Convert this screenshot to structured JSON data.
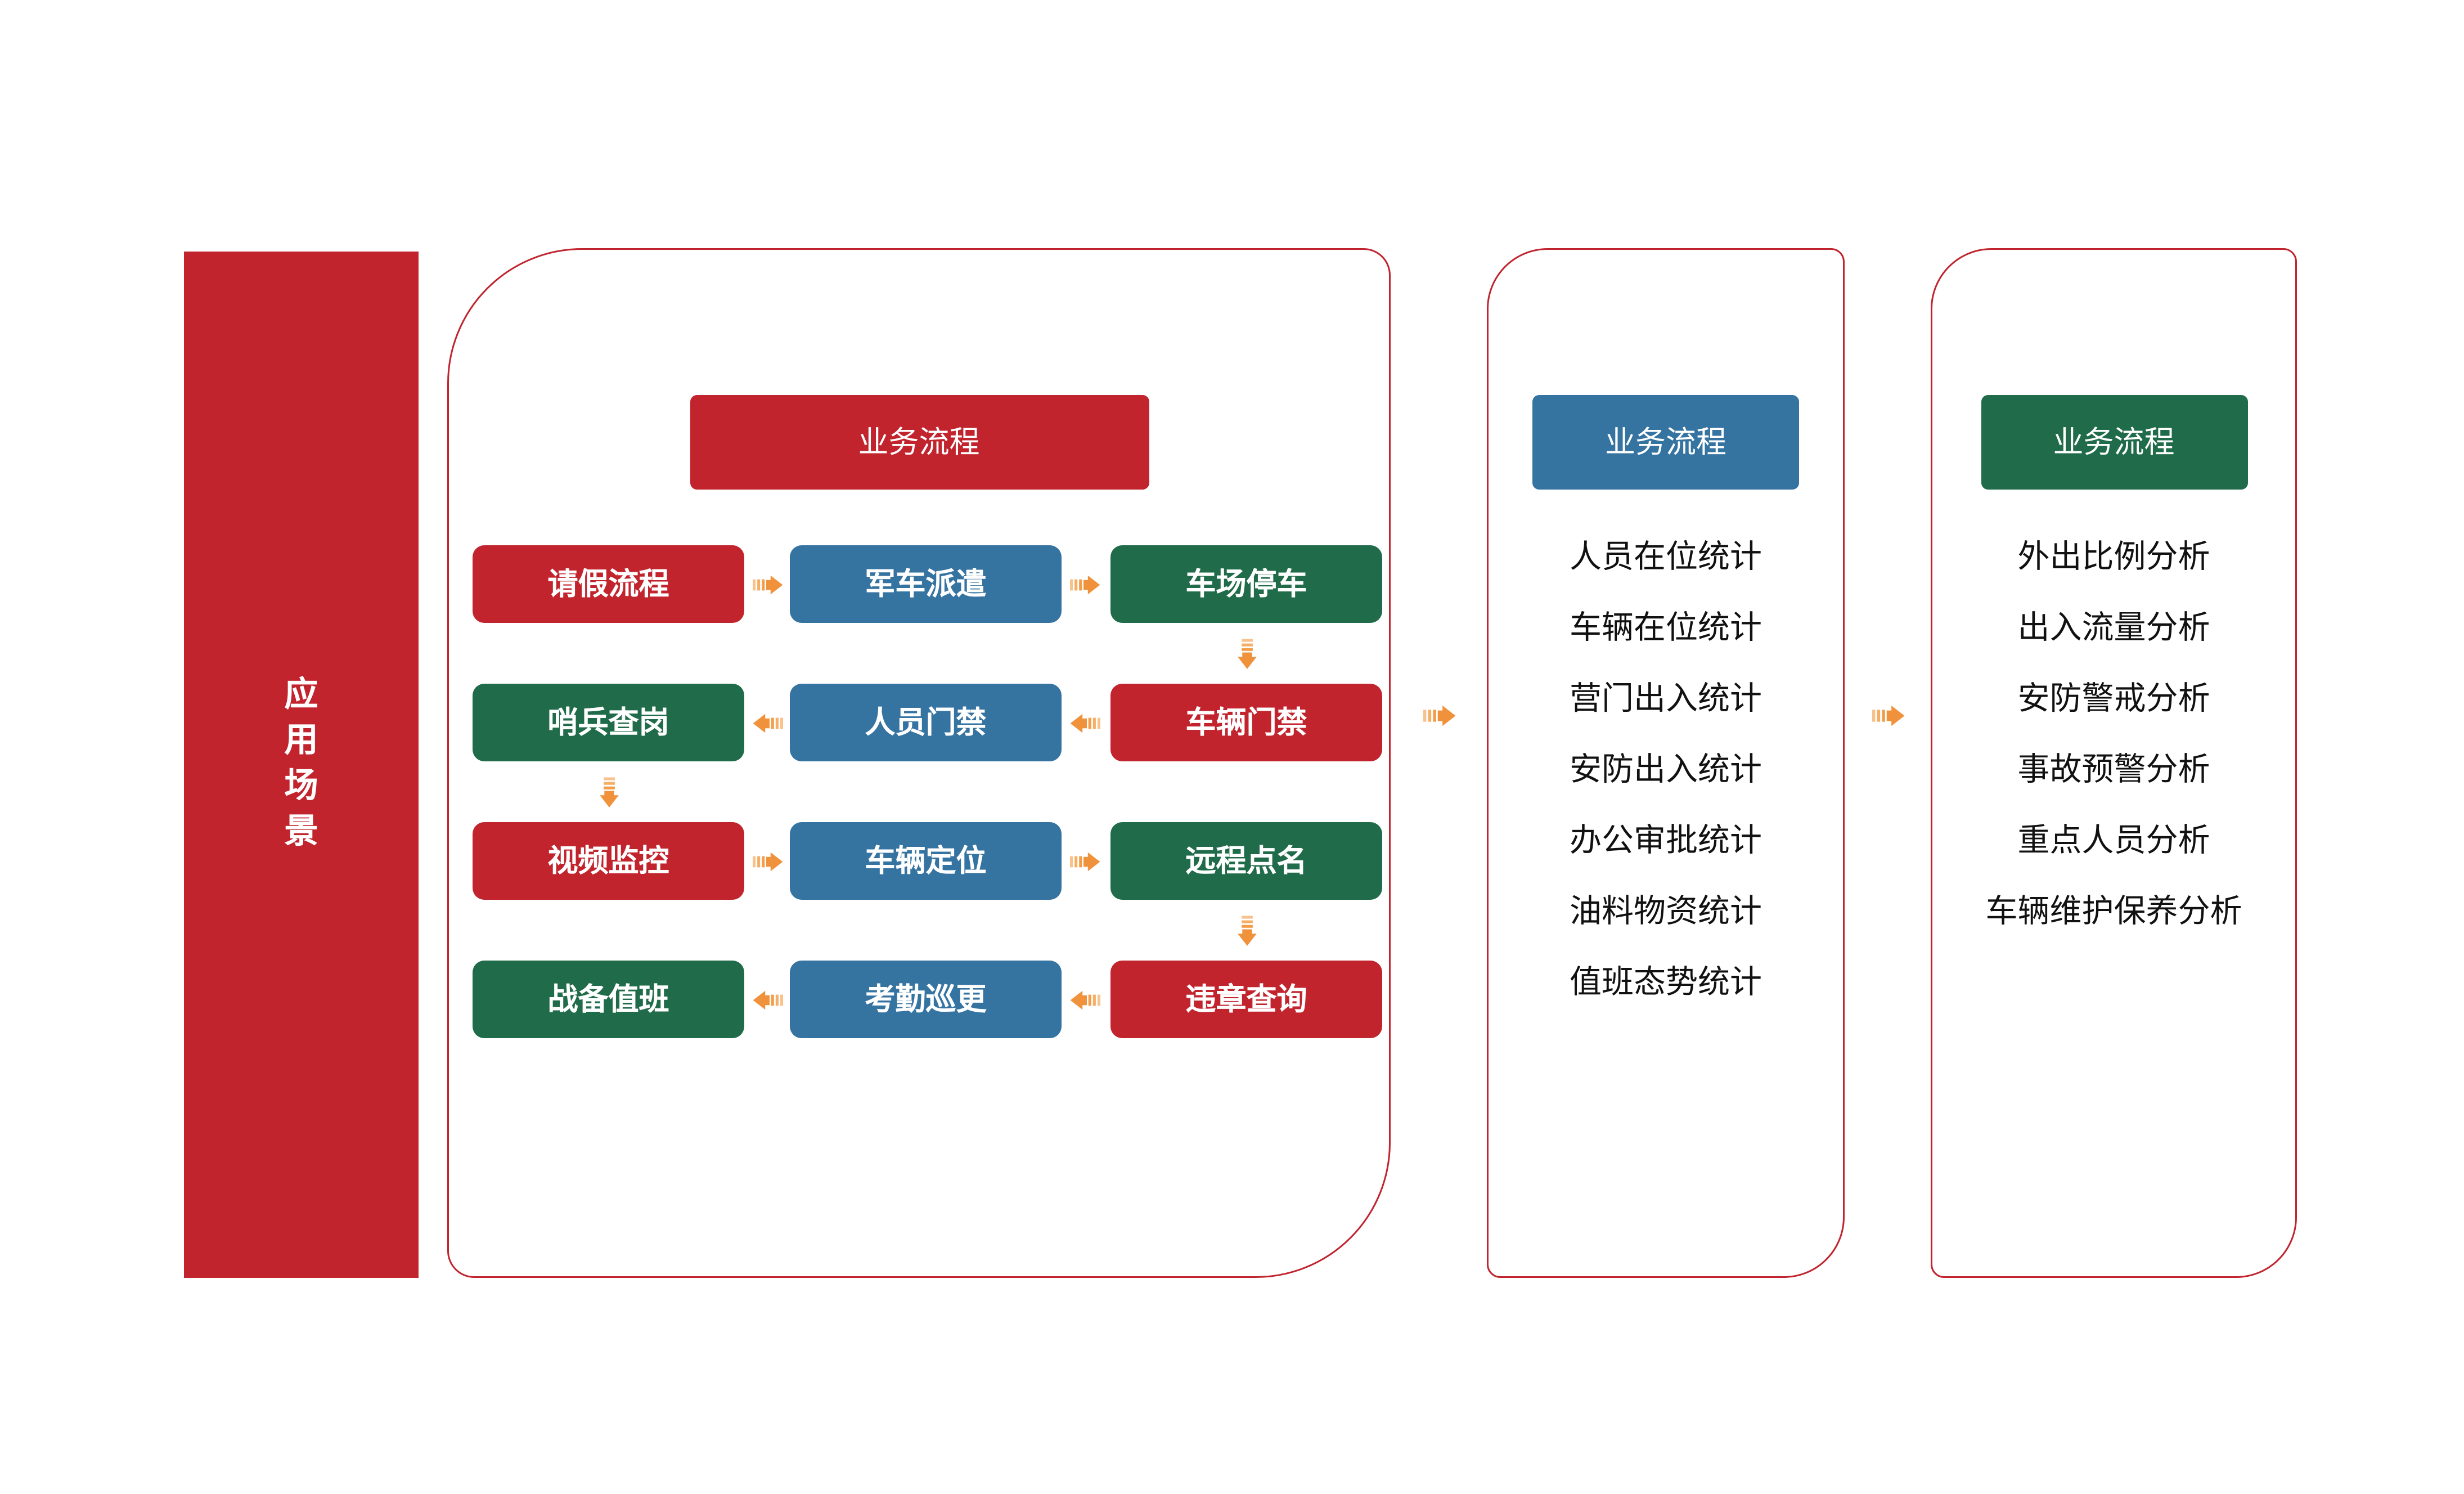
{
  "colors": {
    "red": "#C2242E",
    "blue": "#3573A1",
    "green": "#206B49",
    "orange": "#F0923B",
    "outline": "#C0242E"
  },
  "sidebar": {
    "title": "应用场景",
    "chars": [
      "应",
      "用",
      "场",
      "景"
    ]
  },
  "flow_panel": {
    "header": {
      "label": "业务流程",
      "color": "red"
    },
    "rows": [
      {
        "direction": "right",
        "boxes": [
          {
            "label": "请假流程",
            "color": "red"
          },
          {
            "label": "军车派遣",
            "color": "blue"
          },
          {
            "label": "车场停车",
            "color": "green"
          }
        ]
      },
      {
        "direction": "left",
        "boxes": [
          {
            "label": "哨兵查岗",
            "color": "green"
          },
          {
            "label": "人员门禁",
            "color": "blue"
          },
          {
            "label": "车辆门禁",
            "color": "red"
          }
        ]
      },
      {
        "direction": "right",
        "boxes": [
          {
            "label": "视频监控",
            "color": "red"
          },
          {
            "label": "车辆定位",
            "color": "blue"
          },
          {
            "label": "远程点名",
            "color": "green"
          }
        ]
      },
      {
        "direction": "left",
        "boxes": [
          {
            "label": "战备值班",
            "color": "green"
          },
          {
            "label": "考勤巡更",
            "color": "blue"
          },
          {
            "label": "违章查询",
            "color": "red"
          }
        ]
      }
    ]
  },
  "stats_panel": {
    "header": {
      "label": "业务流程",
      "color": "blue"
    },
    "items": [
      "人员在位统计",
      "车辆在位统计",
      "营门出入统计",
      "安防出入统计",
      "办公审批统计",
      "油料物资统计",
      "值班态势统计"
    ]
  },
  "analysis_panel": {
    "header": {
      "label": "业务流程",
      "color": "green"
    },
    "items": [
      "外出比例分析",
      "出入流量分析",
      "安防警戒分析",
      "事故预警分析",
      "重点人员分析",
      "车辆维护保养分析"
    ]
  }
}
